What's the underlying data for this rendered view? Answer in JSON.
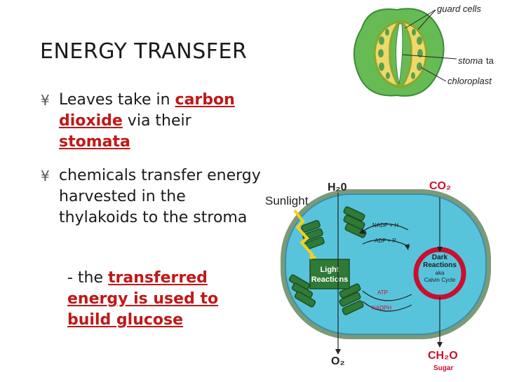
{
  "slide": {
    "title": "ENERGY TRANSFER",
    "bullet_marker": "¥",
    "bullet1": {
      "pre": "Leaves take in ",
      "hl1": "carbon dioxide",
      "mid": " via their ",
      "hl2": "stomata"
    },
    "bullet2": {
      "text": "chemicals transfer energy harvested in the thylakoids to the stroma"
    },
    "sub": {
      "pre": "- the ",
      "hl": "transferred energy is used to build glucose"
    }
  },
  "stomata_figure": {
    "guard_cells": "guard cells",
    "stoma": "stoma",
    "stoma_overlay": "ta",
    "chloroplast": "chloroplast",
    "colors": {
      "leaf": "#66bb55",
      "guard": "#eed86a",
      "chloro": "#5aa04a"
    }
  },
  "chloroplast_figure": {
    "sunlight": "Sunlight",
    "h2o": "H₂0",
    "co2": "CO₂",
    "o2": "O₂",
    "ch2o": "CH₂O",
    "sugar": "Sugar",
    "light_reactions_1": "Light",
    "light_reactions_2": "Reactions",
    "dark_reactions_1": "Dark",
    "dark_reactions_2": "Reactions",
    "aka": "aka",
    "calvin_cycle": "Calvin Cycle",
    "nadp": "NADP + H",
    "adp": "ADP + P",
    "atp": "ATP",
    "nadph": "NADPH",
    "colors": {
      "stroma": "#58c4dc",
      "thylakoid": "#2f7a36",
      "dark_ring": "#c8102e",
      "co2_label": "#c8102e"
    }
  }
}
